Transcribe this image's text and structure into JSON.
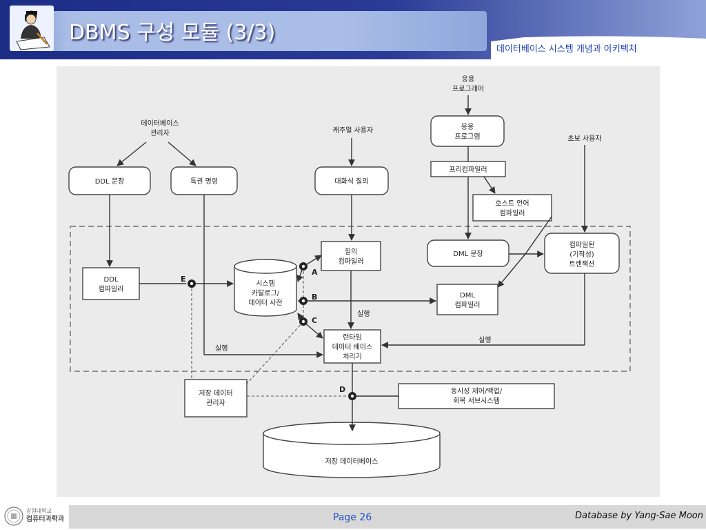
{
  "header": {
    "title": "DBMS 구성 모듈 (3/3)",
    "subtitle": "데이터베이스 시스템 개념과 아키텍처",
    "logo_icon": "professor-writing-icon",
    "colors": {
      "banner_dark": "#1c2d86",
      "banner_light": "#a9bde6",
      "title_text": "#ffffff",
      "subtitle_text": "#1a3fb0"
    }
  },
  "diagram": {
    "background": "#ebebeb",
    "actors": {
      "dba": [
        "데이터베이스",
        "관리자"
      ],
      "casual_user": "캐주얼 사용자",
      "app_programmer": [
        "응용",
        "프로그래머"
      ],
      "naive_user": "초보 사용자"
    },
    "nodes": {
      "ddl_statement": "DDL 문장",
      "privileged_command": "특권 명령",
      "interactive_query": "대화식 질의",
      "application_program": [
        "응용",
        "프로그램"
      ],
      "precompiler": "프리컴파일러",
      "host_language_compiler": [
        "호스트 언어",
        "컴파일러"
      ],
      "ddl_compiler": [
        "DDL",
        "컴파일러"
      ],
      "system_catalog": [
        "시스템",
        "카탈로그/",
        "데이터 사전"
      ],
      "query_compiler": [
        "질의",
        "컴파일러"
      ],
      "dml_statement": "DML 문장",
      "compiled_transaction": [
        "컴파일된",
        "(기작성)",
        "트랜잭션"
      ],
      "dml_compiler": [
        "DML",
        "컴파일러"
      ],
      "runtime_processor": [
        "런타임",
        "데이터 베이스",
        "처리기"
      ],
      "stored_data_manager": [
        "저장 데이터",
        "관리자"
      ],
      "concurrency_subsystem": [
        "동시성 제어/백업/",
        "회복 서브시스템"
      ],
      "stored_database": "저장 데이터베이스"
    },
    "connection_labels": {
      "execution_runtime": "실행",
      "execution_left": "실행",
      "execution_right": "실행",
      "point_a": "A",
      "point_b": "B",
      "point_c": "C",
      "point_d": "D",
      "point_e": "E"
    }
  },
  "footer": {
    "university_name": "강원대학교",
    "department": "컴퓨터과학과",
    "seal_icon": "university-seal-icon",
    "page": "Page 26",
    "credit": "Database by Yang-Sae Moon",
    "colors": {
      "bar": "#d8d8d8",
      "page_text": "#2050c0"
    }
  }
}
